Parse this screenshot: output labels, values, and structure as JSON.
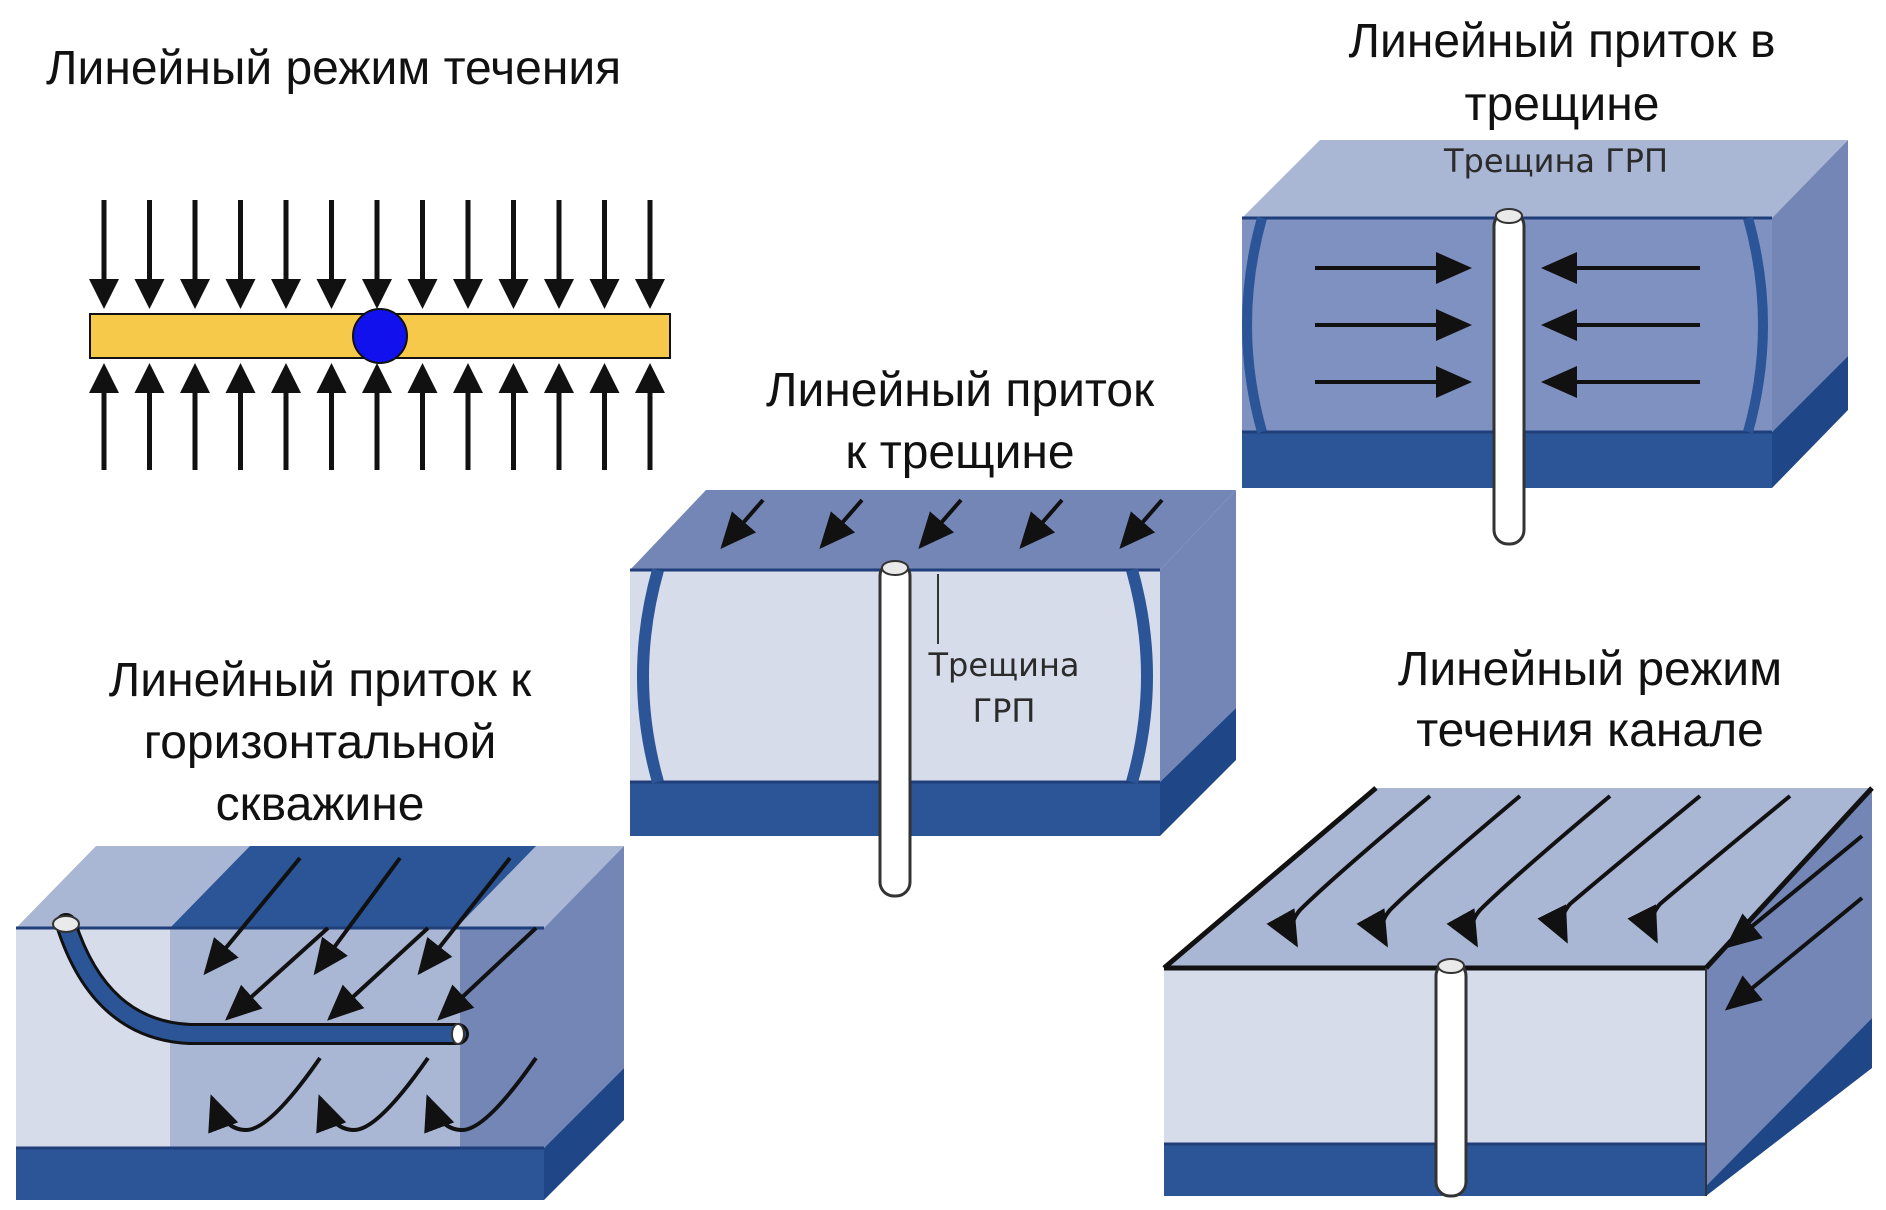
{
  "captions": {
    "linear_flow": "Линейный режим течения",
    "fracture_linear_line1": "Линейный приток в",
    "fracture_linear_line2": "трещине",
    "formation_linear_line1": "Линейный приток",
    "formation_linear_line2": "к трещине",
    "horizontal_line1": "Линейный приток к",
    "horizontal_line2": "горизонтальной",
    "horizontal_line3": "скважине",
    "channel_line1": "Линейный режим",
    "channel_line2": "течения канале"
  },
  "labels": {
    "fracture_top": "Трещина ГРП",
    "fracture_mid_line1": "Трещина",
    "fracture_mid_line2": "ГРП"
  },
  "colors": {
    "front_light": "#d7dceb",
    "top_face": "#a9b6d4",
    "side_face": "#7386b6",
    "bottom_layer": "#2b5596",
    "bottom_dark": "#1f4686",
    "band_blue": "#2b5596",
    "fracture_bar": "#f6c94a",
    "well_dot": "#1111ee",
    "arrows": "#111111"
  }
}
